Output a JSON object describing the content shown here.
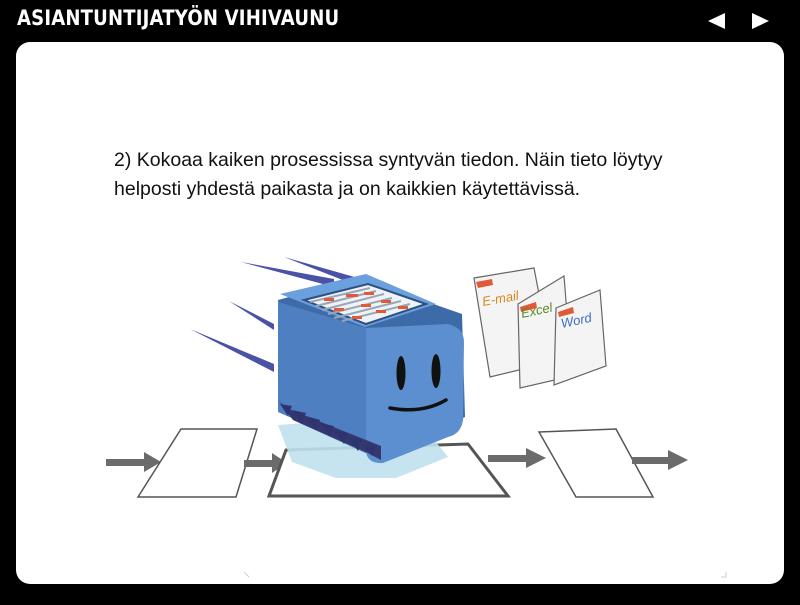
{
  "window": {
    "title": "ASIANTUNTIJATYÖN VIHIVAUNU"
  },
  "nav": {
    "prev_icon": "triangle-left-icon",
    "next_icon": "triangle-right-icon"
  },
  "slide": {
    "text_line1": "2) Kokoaa kaiken prosessissa syntyvän tiedon. Näin tieto löytyy",
    "text_line2": "helposti yhdestä paikasta ja on kaikkien käytettävissä.",
    "documents": [
      {
        "label": "E-mail",
        "color": "#d4881c"
      },
      {
        "label": "Excel",
        "color": "#5a8a1e"
      },
      {
        "label": "Word",
        "color": "#3a6fc4"
      }
    ]
  },
  "colors": {
    "background": "#000000",
    "card": "#ffffff",
    "machine_blue": "#5b8fd0",
    "machine_dark": "#3d6ba8",
    "arrow_gray": "#6b6b6b",
    "tab_red": "#e05a3a"
  }
}
